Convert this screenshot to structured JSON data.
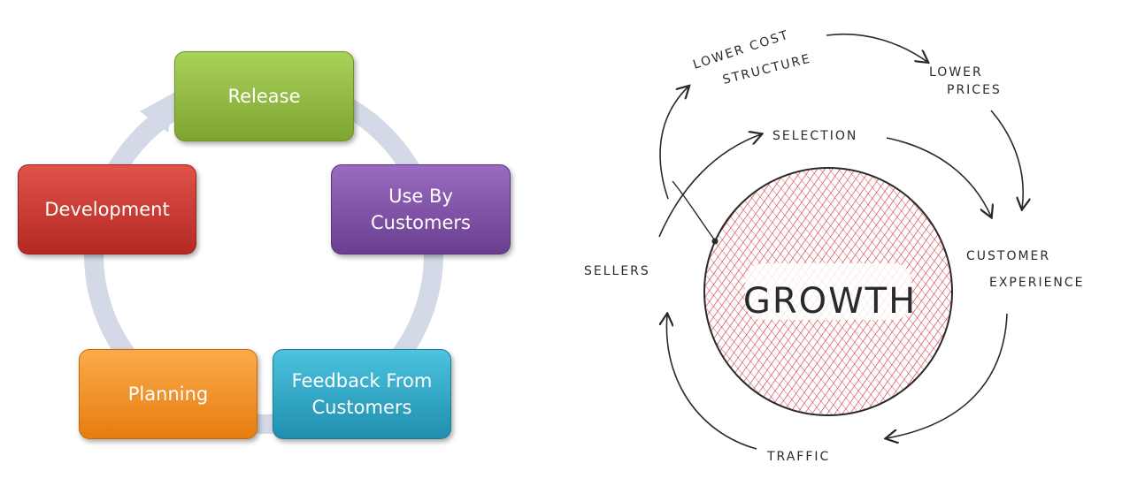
{
  "cycle": {
    "release": "Release",
    "use_line1": "Use By",
    "use_line2": "Customers",
    "feedback_line1": "Feedback From",
    "feedback_line2": "Customers",
    "planning": "Planning",
    "development": "Development"
  },
  "flywheel": {
    "center": "GROWTH",
    "lower_cost_line1": "LOWER COST",
    "lower_cost_line2": "STRUCTURE",
    "lower_prices_line1": "LOWER",
    "lower_prices_line2": "PRICES",
    "selection": "SELECTION",
    "customer_experience_line1": "CUSTOMER",
    "customer_experience_line2": "EXPERIENCE",
    "sellers": "SELLERS",
    "traffic": "TRAFFIC"
  },
  "colors": {
    "release": "#8db73f",
    "use_by_customers": "#7c4fa2",
    "feedback": "#2aa8c8",
    "planning": "#f7941d",
    "development": "#c9352f",
    "cycle_ring": "#d3d9e6",
    "growth_hatch": "#d8343c"
  }
}
